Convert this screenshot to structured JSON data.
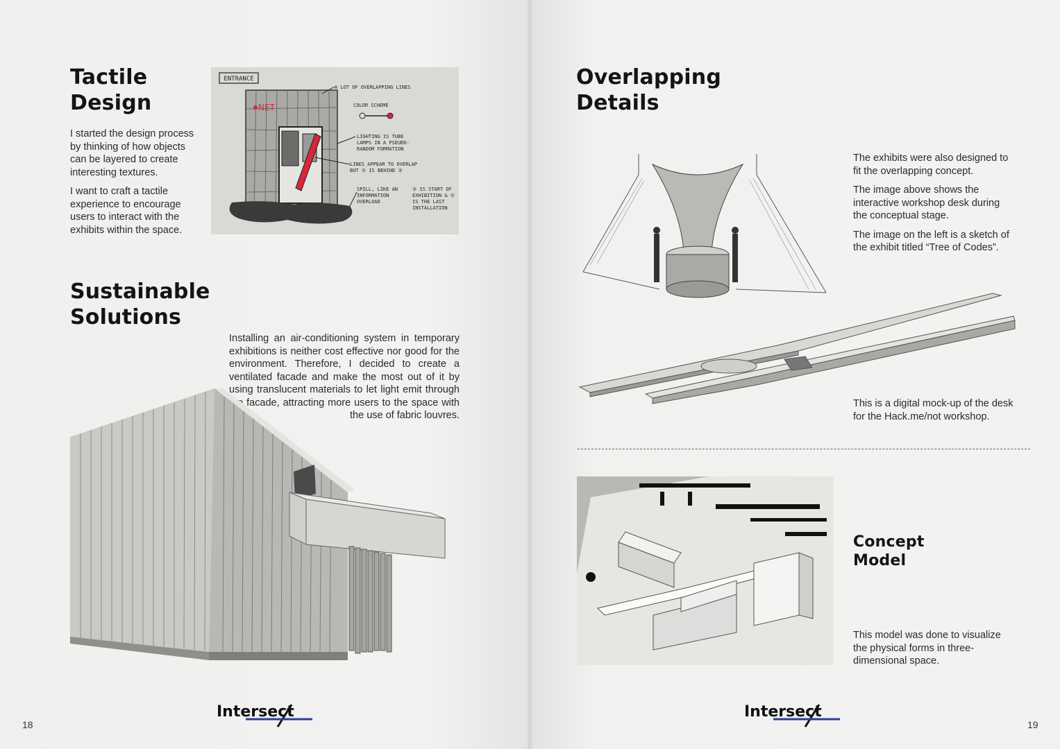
{
  "left": {
    "heading1": "Tactile\nDesign",
    "para1": "I started the design process by thinking of how objects can be layered to create interesting textures.",
    "para2": "I want to craft a tactile experience to encourage users to interact with the exhibits within the space.",
    "heading2": "Sustainable\nSolutions",
    "para3": "Installing an air-conditioning system in temporary exhibitions is neither cost effective nor good for the environment. Therefore, I decided to create a ventilated facade and make the most out of it by using translucent materials to let light emit through the facade, attracting more users to the space with the use of fabric louvres.",
    "sketch_labels": {
      "entrance": "ENTRANCE",
      "net": "NET",
      "overlap": "A LOT OF OVERLAPPING LINES",
      "color": "COLOR SCHEME",
      "lighting": "LIGHTING IS TUBE LAMPS IN A PSEUDO-RANDOM FORMATION",
      "lines": "LINES APPEAR TO OVERLAP BUT ① IS BEHIND ②",
      "spill": "SPILL, LIKE AN INFORMATION OVERLOAD",
      "start": "② IS START OF EXHIBITION & ① IS THE LAST INSTALLATION"
    },
    "page_number": "18",
    "logo": "Intersect"
  },
  "right": {
    "heading1": "Overlapping\nDetails",
    "para1": "The exhibits were also designed to fit the overlapping concept.",
    "para2": "The image above shows the interactive workshop desk during the conceptual stage.",
    "para3": "The image on the left is a sketch of the exhibit titled “Tree of Codes”.",
    "para4": "This is a digital mock-up of the desk for the Hack.me/not workshop.",
    "heading2": "Concept\nModel",
    "para5": "This model was done to visualize the physical forms in three-dimensional space.",
    "page_number": "19",
    "logo": "Intersect"
  },
  "colors": {
    "accent_red": "#d8263a",
    "logo_blue": "#2a3f9a",
    "paper": "#f1f1ef"
  }
}
